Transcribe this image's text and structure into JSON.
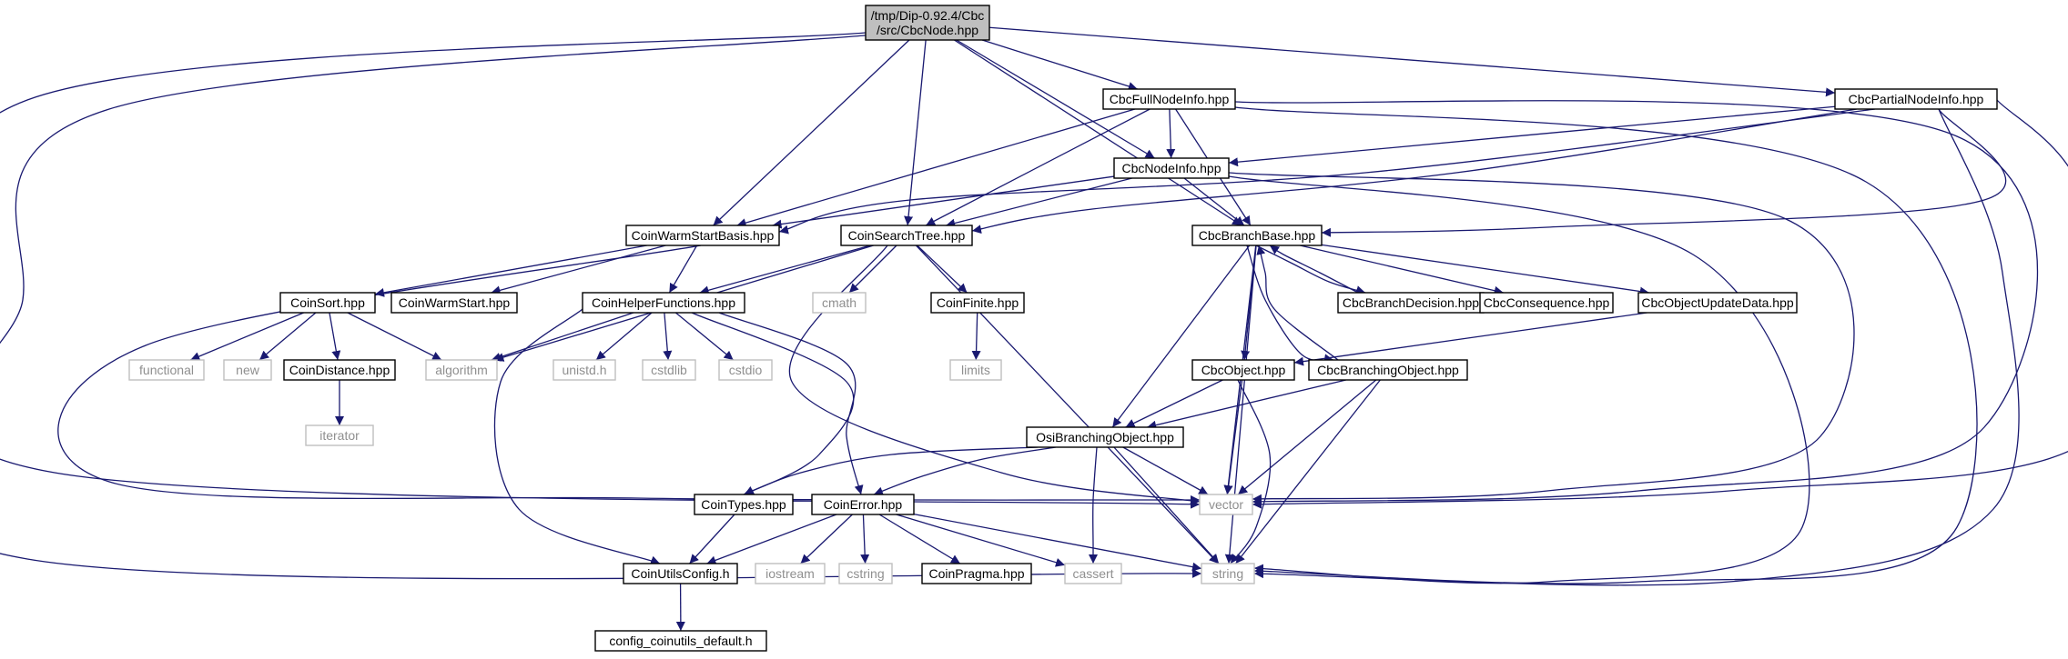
{
  "diagram": {
    "colors": {
      "edge": "#191970",
      "root_fill": "#bfbfbf",
      "node_border": "#000000",
      "external_border": "#bfbfbf",
      "external_text": "#8f8f8f"
    },
    "nodes": [
      {
        "id": "root",
        "kind": "root",
        "lines": [
          "/tmp/Dip-0.92.4/Cbc",
          "/src/CbcNode.hpp"
        ]
      },
      {
        "id": "fullnodeinfo",
        "kind": "normal",
        "lines": [
          "CbcFullNodeInfo.hpp"
        ]
      },
      {
        "id": "partialnodeinfo",
        "kind": "normal",
        "lines": [
          "CbcPartialNodeInfo.hpp"
        ]
      },
      {
        "id": "nodeinfo",
        "kind": "normal",
        "lines": [
          "CbcNodeInfo.hpp"
        ]
      },
      {
        "id": "warmstartbasis",
        "kind": "normal",
        "lines": [
          "CoinWarmStartBasis.hpp"
        ]
      },
      {
        "id": "searchtree",
        "kind": "normal",
        "lines": [
          "CoinSearchTree.hpp"
        ]
      },
      {
        "id": "branchbase",
        "kind": "normal",
        "lines": [
          "CbcBranchBase.hpp"
        ]
      },
      {
        "id": "coinsort",
        "kind": "normal",
        "lines": [
          "CoinSort.hpp"
        ]
      },
      {
        "id": "warmstart",
        "kind": "normal",
        "lines": [
          "CoinWarmStart.hpp"
        ]
      },
      {
        "id": "helperfunctions",
        "kind": "normal",
        "lines": [
          "CoinHelperFunctions.hpp"
        ]
      },
      {
        "id": "cmath",
        "kind": "external",
        "lines": [
          "cmath"
        ]
      },
      {
        "id": "coinfinite",
        "kind": "normal",
        "lines": [
          "CoinFinite.hpp"
        ]
      },
      {
        "id": "branchdecision",
        "kind": "normal",
        "lines": [
          "CbcBranchDecision.hpp"
        ]
      },
      {
        "id": "consequence",
        "kind": "normal",
        "lines": [
          "CbcConsequence.hpp"
        ]
      },
      {
        "id": "objectupdatedata",
        "kind": "normal",
        "lines": [
          "CbcObjectUpdateData.hpp"
        ]
      },
      {
        "id": "functional",
        "kind": "external",
        "lines": [
          "functional"
        ]
      },
      {
        "id": "new",
        "kind": "external",
        "lines": [
          "new"
        ]
      },
      {
        "id": "coindistance",
        "kind": "normal",
        "lines": [
          "CoinDistance.hpp"
        ]
      },
      {
        "id": "algorithm",
        "kind": "external",
        "lines": [
          "algorithm"
        ]
      },
      {
        "id": "unistd",
        "kind": "external",
        "lines": [
          "unistd.h"
        ]
      },
      {
        "id": "cstdlib",
        "kind": "external",
        "lines": [
          "cstdlib"
        ]
      },
      {
        "id": "cstdio",
        "kind": "external",
        "lines": [
          "cstdio"
        ]
      },
      {
        "id": "limits",
        "kind": "external",
        "lines": [
          "limits"
        ]
      },
      {
        "id": "cbcobject",
        "kind": "normal",
        "lines": [
          "CbcObject.hpp"
        ]
      },
      {
        "id": "branchingobject",
        "kind": "normal",
        "lines": [
          "CbcBranchingObject.hpp"
        ]
      },
      {
        "id": "iterator",
        "kind": "external",
        "lines": [
          "iterator"
        ]
      },
      {
        "id": "osibranching",
        "kind": "normal",
        "lines": [
          "OsiBranchingObject.hpp"
        ]
      },
      {
        "id": "cointypes",
        "kind": "normal",
        "lines": [
          "CoinTypes.hpp"
        ]
      },
      {
        "id": "coinerror",
        "kind": "normal",
        "lines": [
          "CoinError.hpp"
        ]
      },
      {
        "id": "vector",
        "kind": "external",
        "lines": [
          "vector"
        ]
      },
      {
        "id": "utilsconfig",
        "kind": "normal",
        "lines": [
          "CoinUtilsConfig.h"
        ]
      },
      {
        "id": "iostream",
        "kind": "external",
        "lines": [
          "iostream"
        ]
      },
      {
        "id": "cstring",
        "kind": "external",
        "lines": [
          "cstring"
        ]
      },
      {
        "id": "coinpragma",
        "kind": "normal",
        "lines": [
          "CoinPragma.hpp"
        ]
      },
      {
        "id": "cassert",
        "kind": "external",
        "lines": [
          "cassert"
        ]
      },
      {
        "id": "string",
        "kind": "external",
        "lines": [
          "string"
        ]
      },
      {
        "id": "config_default",
        "kind": "normal",
        "lines": [
          "config_coinutils_default.h"
        ]
      }
    ],
    "edges": [
      [
        "root",
        "fullnodeinfo"
      ],
      [
        "root",
        "partialnodeinfo"
      ],
      [
        "root",
        "nodeinfo"
      ],
      [
        "root",
        "warmstartbasis"
      ],
      [
        "root",
        "searchtree"
      ],
      [
        "root",
        "branchbase"
      ],
      [
        "root",
        "vector"
      ],
      [
        "root",
        "string"
      ],
      [
        "fullnodeinfo",
        "nodeinfo"
      ],
      [
        "fullnodeinfo",
        "warmstartbasis"
      ],
      [
        "fullnodeinfo",
        "searchtree"
      ],
      [
        "fullnodeinfo",
        "branchbase"
      ],
      [
        "fullnodeinfo",
        "vector"
      ],
      [
        "fullnodeinfo",
        "string"
      ],
      [
        "partialnodeinfo",
        "nodeinfo"
      ],
      [
        "partialnodeinfo",
        "warmstartbasis"
      ],
      [
        "partialnodeinfo",
        "searchtree"
      ],
      [
        "partialnodeinfo",
        "branchbase"
      ],
      [
        "partialnodeinfo",
        "vector"
      ],
      [
        "partialnodeinfo",
        "string"
      ],
      [
        "nodeinfo",
        "warmstartbasis"
      ],
      [
        "nodeinfo",
        "searchtree"
      ],
      [
        "nodeinfo",
        "branchbase"
      ],
      [
        "nodeinfo",
        "vector"
      ],
      [
        "nodeinfo",
        "string"
      ],
      [
        "warmstartbasis",
        "coinsort"
      ],
      [
        "warmstartbasis",
        "warmstart"
      ],
      [
        "warmstartbasis",
        "helperfunctions"
      ],
      [
        "warmstartbasis",
        "vector"
      ],
      [
        "searchtree",
        "helperfunctions"
      ],
      [
        "searchtree",
        "algorithm"
      ],
      [
        "searchtree",
        "cmath"
      ],
      [
        "searchtree",
        "coinfinite"
      ],
      [
        "searchtree",
        "vector"
      ],
      [
        "searchtree",
        "string"
      ],
      [
        "branchbase",
        "branchdecision"
      ],
      [
        "branchbase",
        "consequence"
      ],
      [
        "branchbase",
        "objectupdatedata"
      ],
      [
        "branchbase",
        "cbcobject"
      ],
      [
        "branchbase",
        "branchingobject"
      ],
      [
        "branchbase",
        "osibranching"
      ],
      [
        "branchbase",
        "vector"
      ],
      [
        "branchbase",
        "string"
      ],
      [
        "branchdecision",
        "branchbase"
      ],
      [
        "branchingobject",
        "branchbase"
      ],
      [
        "coinsort",
        "functional"
      ],
      [
        "coinsort",
        "new"
      ],
      [
        "coinsort",
        "coindistance"
      ],
      [
        "coinsort",
        "algorithm"
      ],
      [
        "coindistance",
        "iterator"
      ],
      [
        "helperfunctions",
        "algorithm"
      ],
      [
        "helperfunctions",
        "unistd"
      ],
      [
        "helperfunctions",
        "cstdlib"
      ],
      [
        "helperfunctions",
        "cstdio"
      ],
      [
        "helperfunctions",
        "cointypes"
      ],
      [
        "helperfunctions",
        "coinerror"
      ],
      [
        "helperfunctions",
        "utilsconfig"
      ],
      [
        "coinfinite",
        "limits"
      ],
      [
        "objectupdatedata",
        "cbcobject"
      ],
      [
        "cbcobject",
        "osibranching"
      ],
      [
        "cbcobject",
        "vector"
      ],
      [
        "cbcobject",
        "string"
      ],
      [
        "branchingobject",
        "osibranching"
      ],
      [
        "branchingobject",
        "vector"
      ],
      [
        "branchingobject",
        "string"
      ],
      [
        "osibranching",
        "cointypes"
      ],
      [
        "osibranching",
        "coinerror"
      ],
      [
        "osibranching",
        "vector"
      ],
      [
        "osibranching",
        "cassert"
      ],
      [
        "osibranching",
        "string"
      ],
      [
        "cointypes",
        "utilsconfig"
      ],
      [
        "coinerror",
        "utilsconfig"
      ],
      [
        "coinerror",
        "iostream"
      ],
      [
        "coinerror",
        "cstring"
      ],
      [
        "coinerror",
        "coinpragma"
      ],
      [
        "coinerror",
        "cassert"
      ],
      [
        "coinerror",
        "string"
      ],
      [
        "utilsconfig",
        "config_default"
      ]
    ]
  }
}
